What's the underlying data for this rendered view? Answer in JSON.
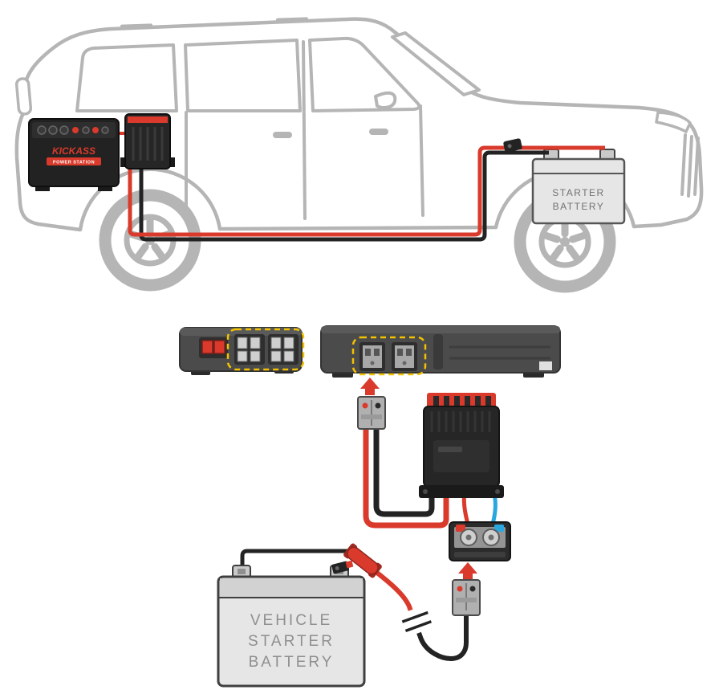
{
  "colors": {
    "wire_red": "#d93a2b",
    "wire_black": "#232323",
    "wire_blue": "#2aa7df",
    "vehicle_outline_gray": "#b5b5b5",
    "panel_gray": "#4b4b4b",
    "highlight_yellow": "#f2c200",
    "battery_fill_gray": "#e6e6e6",
    "label_gray": "#8f8f8f"
  },
  "vehicle_section": {
    "power_station": {
      "brand": "KICKASS",
      "subtitle": "POWER STATION"
    },
    "starter_battery": {
      "lines": [
        "STARTER",
        "BATTERY"
      ]
    }
  },
  "detail_section": {
    "vehicle_battery": {
      "lines": [
        "VEHICLE",
        "STARTER",
        "BATTERY"
      ]
    }
  }
}
